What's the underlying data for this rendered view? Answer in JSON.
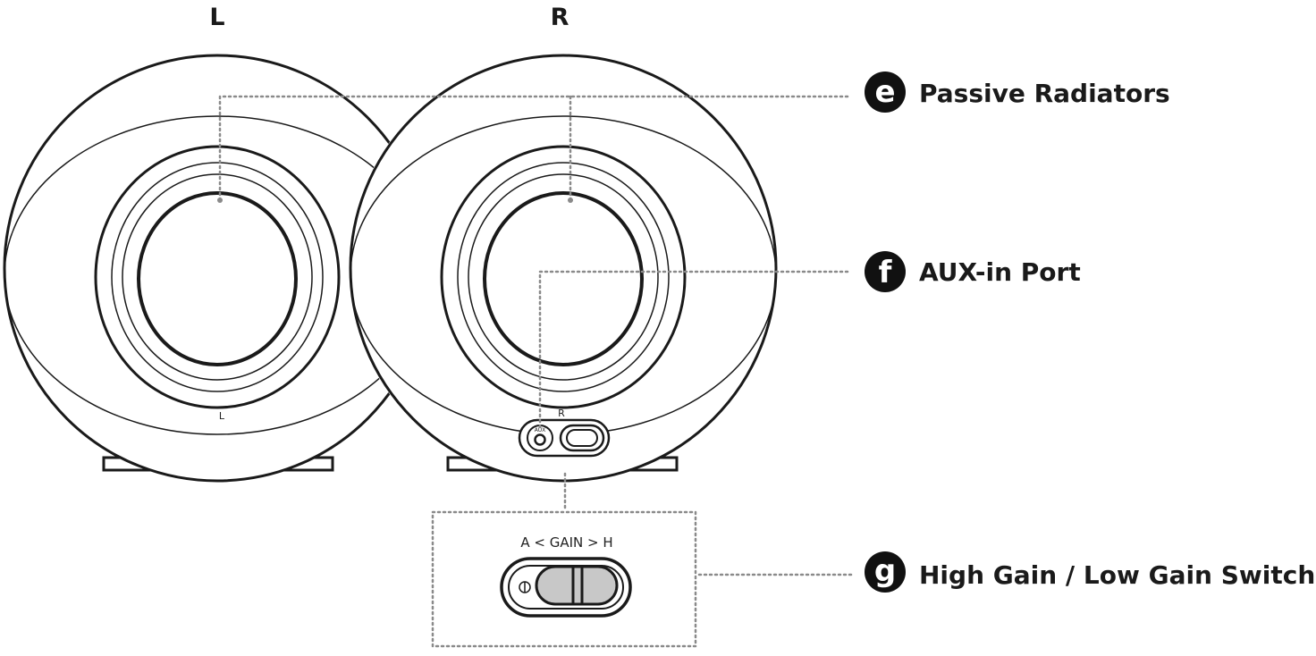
{
  "speakers": {
    "left_header": "L",
    "right_header": "R",
    "left_body_mark": "L",
    "right_body_mark": "R",
    "aux_mark": "AUX"
  },
  "gain_detail": {
    "label": "A < GAIN > H"
  },
  "callouts": [
    {
      "letter": "e",
      "text": "Passive Radiators"
    },
    {
      "letter": "f",
      "text": "AUX-in Port"
    },
    {
      "letter": "g",
      "text": "High Gain / Low Gain Switch"
    }
  ],
  "colors": {
    "ink": "#1a1a1a",
    "leader": "#8a8a8a",
    "switch_fill": "#c8c8c8",
    "badge": "#111111"
  }
}
